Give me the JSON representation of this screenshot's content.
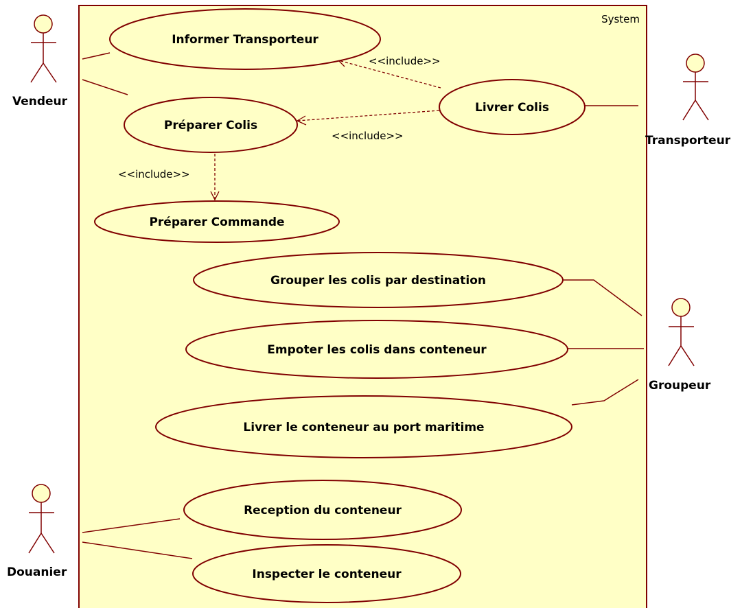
{
  "colors": {
    "system_fill": "#ffffc6",
    "element_fill": "#ffffc6",
    "line": "#800000",
    "text": "#000000"
  },
  "system": {
    "label": "System"
  },
  "actors": {
    "vendeur": {
      "label": "Vendeur",
      "icon": "stick-figure-icon"
    },
    "transporteur": {
      "label": "Transporteur",
      "icon": "stick-figure-icon"
    },
    "groupeur": {
      "label": "Groupeur",
      "icon": "stick-figure-icon"
    },
    "douanier": {
      "label": "Douanier",
      "icon": "stick-figure-icon"
    }
  },
  "use_cases": {
    "informer_transporteur": "Informer Transporteur",
    "preparer_colis": "Préparer Colis",
    "livrer_colis": "Livrer Colis",
    "preparer_commande": "Préparer Commande",
    "grouper_colis": "Grouper les colis par destination",
    "empoter_colis": "Empoter les colis dans conteneur",
    "livrer_conteneur": "Livrer le conteneur au port maritime",
    "reception_conteneur": "Reception du conteneur",
    "inspecter_conteneur": "Inspecter le conteneur"
  },
  "relations": {
    "include_livrer_informer": "<<include>>",
    "include_livrer_preparer": "<<include>>",
    "include_colis_commande": "<<include>>"
  }
}
